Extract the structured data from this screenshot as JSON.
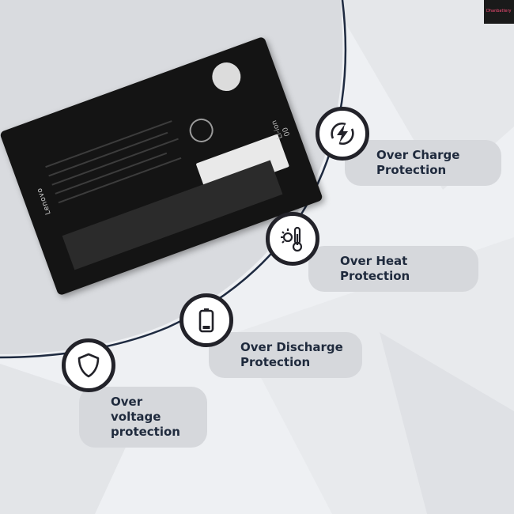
{
  "battery": {
    "brand": "Lenovo",
    "chemistry": "Li-ion 00"
  },
  "corner_logo": {
    "text": "Dhanbattery"
  },
  "features": [
    {
      "icon": "lightning-icon",
      "line1": "Over Charge",
      "line2": "Protection"
    },
    {
      "icon": "thermometer-sun-icon",
      "line1": "Over Heat",
      "line2": "Protection"
    },
    {
      "icon": "battery-icon",
      "line1": "Over Discharge",
      "line2": "Protection"
    },
    {
      "icon": "shield-icon",
      "line1": "Over voltage",
      "line2": "protection"
    }
  ],
  "colors": {
    "pill_bg": "#d6d8dc",
    "text": "#1f2a3d",
    "icon_ring": "#222229",
    "arc_line": "#1e2a40"
  }
}
